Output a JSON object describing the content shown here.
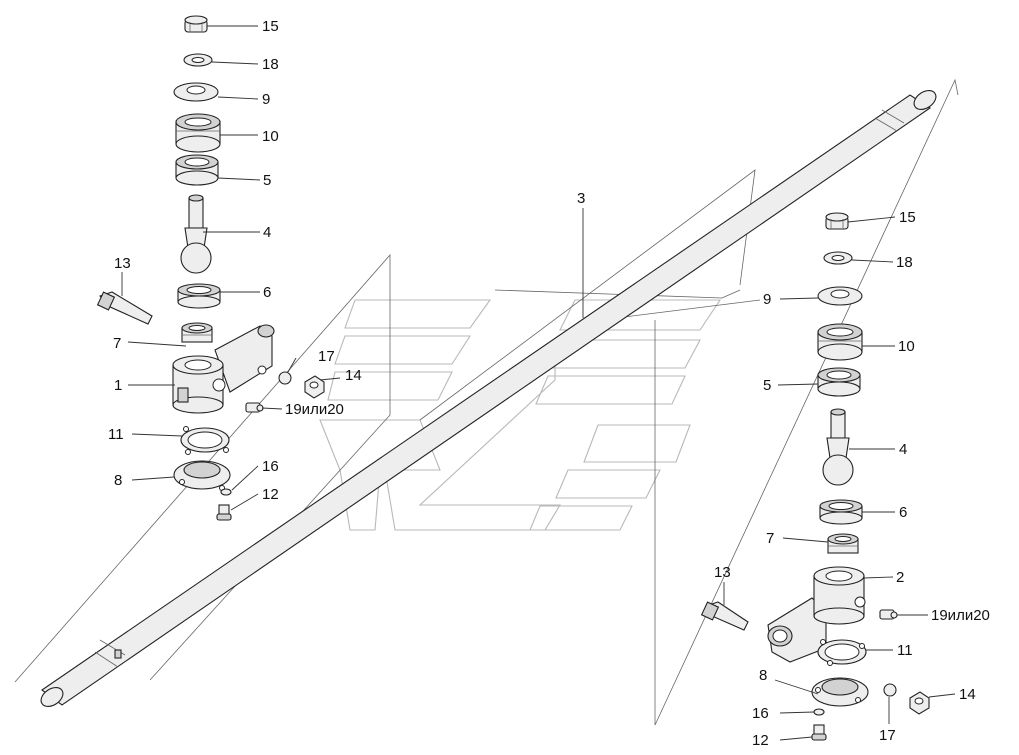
{
  "callouts_left": {
    "c15": "15",
    "c18": "18",
    "c9": "9",
    "c10": "10",
    "c5": "5",
    "c4": "4",
    "c6": "6",
    "c13": "13",
    "c7": "7",
    "c17": "17",
    "c14": "14",
    "c1": "1",
    "c19": "19или20",
    "c11": "11",
    "c16": "16",
    "c8": "8",
    "c12": "12"
  },
  "callouts_right": {
    "c15": "15",
    "c18": "18",
    "c9": "9",
    "c10": "10",
    "c5": "5",
    "c4": "4",
    "c6": "6",
    "c7": "7",
    "c13": "13",
    "c2": "2",
    "c19": "19или20",
    "c11": "11",
    "c8": "8",
    "c14": "14",
    "c16": "16",
    "c17": "17",
    "c12": "12"
  },
  "callout_rod": "3",
  "colors": {
    "line": "#222222",
    "part_fill": "#eeeeee",
    "watermark": "#b8b8b8"
  }
}
